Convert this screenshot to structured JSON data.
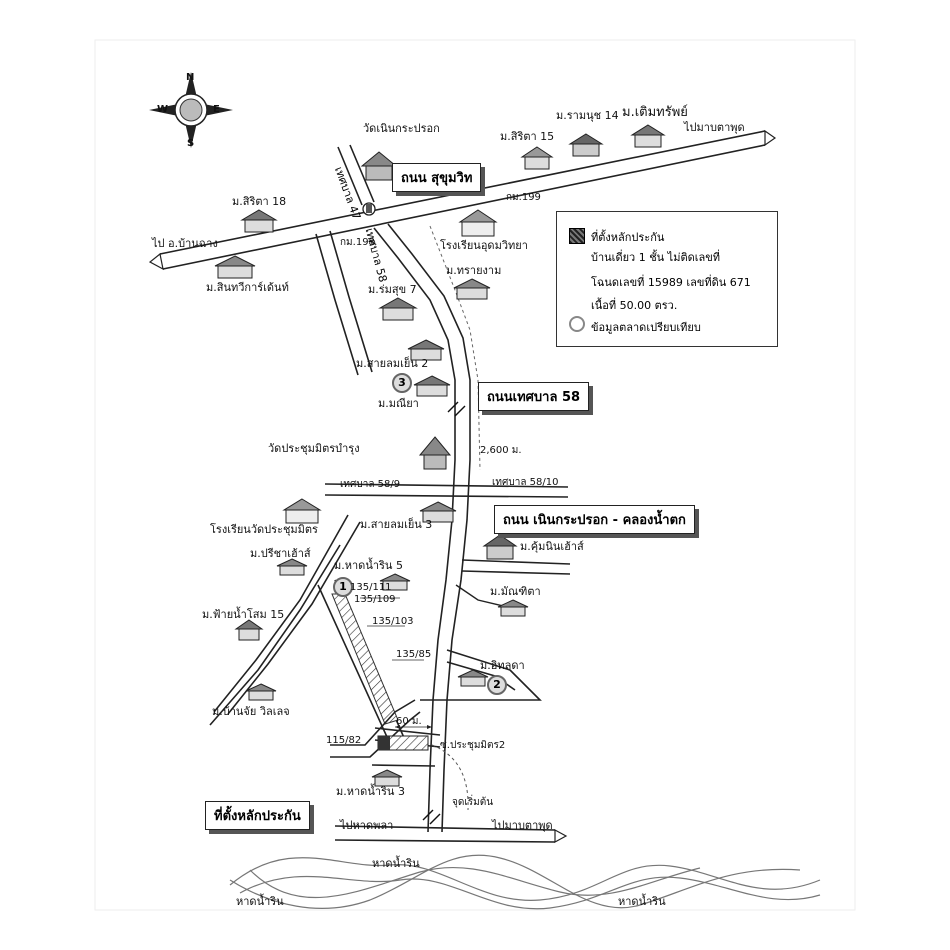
{
  "roads": {
    "sukhumvit": "ถนน สุขุมวิท",
    "tessaban58": "ถนนเทศบาล 58",
    "noen": "ถนน เนินกระปรอก - คลองน้ำตก",
    "soi58_9": "เทศบาล 58/9",
    "soi58_10": "เทศบาล 58/10",
    "soi58_vert": "เทศบาล 58",
    "soi47": "เทศบาล 47",
    "to_maptaphut_top": "ไปมาบตาพุด",
    "to_banchang": "ไป อ.บ้านฉาง",
    "to_hatpla": "ไปหาดพลา",
    "to_maptaphut_bottom": "ไปมาบตาพุด",
    "km198": "กม.198",
    "km199": "กม.199",
    "dist_2600": "2,600 ม.",
    "dist_60": "60 ม.",
    "soi_prachum2": "ซ.ประชุมมิตร2",
    "start_point": "จุดเริ่มต้น"
  },
  "places": {
    "wat_noen": "วัดเนินกระปรอก",
    "sirita15": "ม.สิริตา 15",
    "ramanut14": "ม.รามนุช 14",
    "toemsap": "ม.เติมทรัพย์",
    "sirita18": "ม.สิริตา 18",
    "school_udom": "โรงเรียนอุดมวิทยา",
    "sansiri": "ม.สินทวีการ์เด้นท์",
    "saingam": "ม.ทรายงาม",
    "romsuk7": "ม.ร่มสุข 7",
    "sailomyen2": "ม.สายลมเย็น 2",
    "maniya": "ม.มณียา",
    "wat_prachum": "วัดประชุมมิตรบำรุง",
    "school_prachum": "โรงเรียนวัดประชุมมิตร",
    "sailomyen3": "ม.สายลมเย็น 3",
    "khumnin": "ม.คุ้มนินเฮ้าส์",
    "pricha": "ม.ปรีชาเฮ้าส์",
    "hatnamrin5": "ม.หาดน้ำริน 5",
    "mantita": "ม.มัณฑิตา",
    "faifan15": "ม.ฟ้ายน้ำโสม 15",
    "athitla": "ม.อิทลดา",
    "banchai": "ม.บ้านจัย วิลเลจ",
    "hatnamrin3": "ม.หาดน้ำริน 3",
    "hatnamrin_a": "หาดน้ำริน",
    "hatnamrin_b": "หาดน้ำริน",
    "hatnamrin_c": "หาดน้ำริน"
  },
  "plots": {
    "p1": "135/111",
    "p2": "135/109",
    "p3": "135/103",
    "p4": "135/85",
    "p5": "115/82"
  },
  "markers": {
    "m1": "1",
    "m2": "2",
    "m3": "3"
  },
  "subject_label": "ที่ตั้งหลักประกัน",
  "legend": {
    "line1": "ที่ตั้งหลักประกัน",
    "line2": "บ้านเดี่ยว 1 ชั้น ไม่ติดเลขที่",
    "line3": "โฉนดเลขที่ 15989  เลขที่ดิน 671",
    "line4": "เนื้อที่ 50.00 ตรว.",
    "line5": "ข้อมูลตลาดเปรียบเทียบ"
  },
  "compass": {
    "n": "N",
    "s": "S",
    "e": "E",
    "w": "W"
  }
}
